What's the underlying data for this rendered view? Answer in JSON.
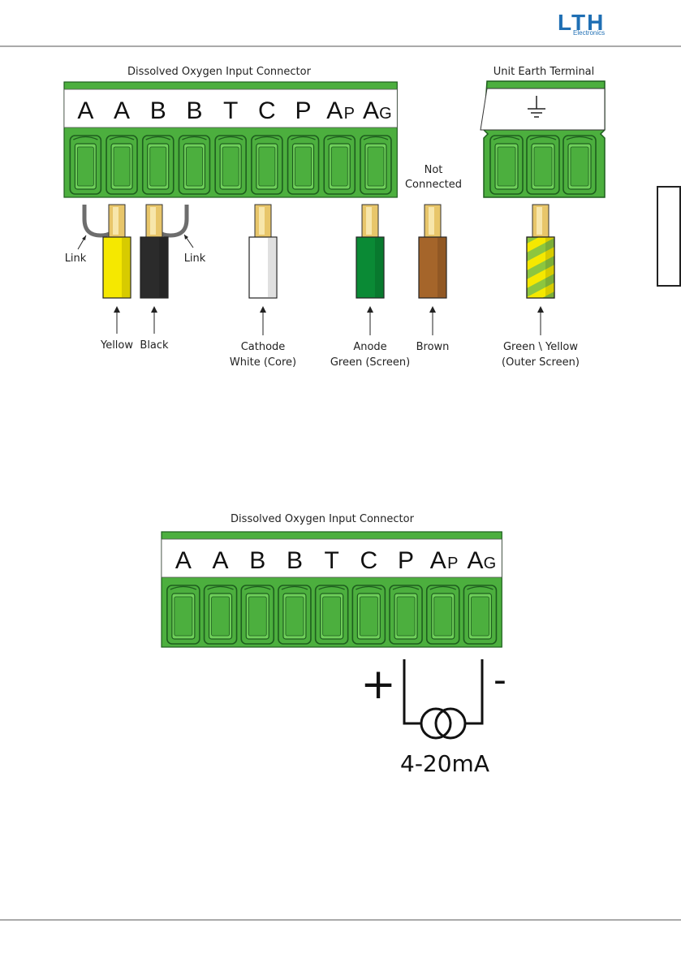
{
  "header": {
    "logo_text": "LTH",
    "logo_sub": "Electronics"
  },
  "diagram1": {
    "title": "Dissolved Oxygen Input Connector",
    "earth_title": "Unit Earth Terminal",
    "terminals": [
      {
        "main": "A",
        "sub": ""
      },
      {
        "main": "A",
        "sub": ""
      },
      {
        "main": "B",
        "sub": ""
      },
      {
        "main": "B",
        "sub": ""
      },
      {
        "main": "T",
        "sub": ""
      },
      {
        "main": "C",
        "sub": ""
      },
      {
        "main": "P",
        "sub": ""
      },
      {
        "main": "A",
        "sub": "P"
      },
      {
        "main": "A",
        "sub": "G"
      }
    ],
    "link_left": "Link",
    "link_right": "Link",
    "not_connected": [
      "Not",
      "Connected"
    ],
    "wires": [
      {
        "lines": [
          "Yellow"
        ],
        "color": "#f5e800"
      },
      {
        "lines": [
          "Black"
        ],
        "color": "#2b2b2b"
      },
      {
        "lines": [
          "Cathode",
          "White (Core)"
        ],
        "color": "#ffffff"
      },
      {
        "lines": [
          "Anode",
          "Green (Screen)"
        ],
        "color": "#0a8a35"
      },
      {
        "lines": [
          "Brown"
        ],
        "color": "#a5652a"
      },
      {
        "lines": [
          "Green \\ Yellow",
          "(Outer Screen)"
        ],
        "color": "#8cc63f"
      }
    ]
  },
  "diagram2": {
    "title": "Dissolved Oxygen Input Connector",
    "plus": "+",
    "minus": "-",
    "source_label": "4-20mA"
  },
  "colors": {
    "terminal_green": "#4caf3e",
    "terminal_dark": "#1e5e1e",
    "terminal_light": "#6fcf5a",
    "wire_tip": "#e8c66a"
  }
}
